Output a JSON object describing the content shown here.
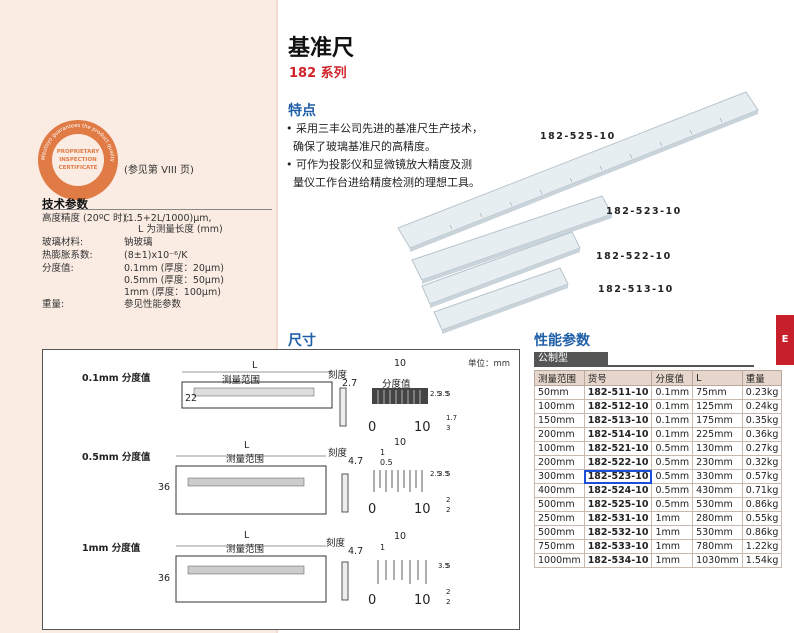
{
  "header": {
    "title": "基准尺",
    "series": "182 系列",
    "side_tab": "E"
  },
  "badge": {
    "center_lines": [
      "PROPRIETARY",
      "INSPECTION",
      "CERTIFICATE"
    ],
    "ring_text": "Mitutoyo guarantees the product quality",
    "note": "(参见第 VIII 页)",
    "color": "#e07b45"
  },
  "specs": {
    "title": "技术参数",
    "rows": [
      {
        "label": "高度精度 (20ºC 时):",
        "value": "(1.5+2L/1000)μm,"
      },
      {
        "label": "",
        "value": "L 为测量长度 (mm)"
      },
      {
        "label": "玻璃材料:",
        "value": "钠玻璃"
      },
      {
        "label": "热膨胀系数:",
        "value": "(8±1)x10⁻⁶/K"
      },
      {
        "label": "分度值:",
        "value": "0.1mm (厚度：20μm)"
      },
      {
        "label": "",
        "value": "0.5mm (厚度：50μm)"
      },
      {
        "label": "",
        "value": "1mm (厚度：100μm)"
      },
      {
        "label": "重量:",
        "value": "参见性能参数"
      }
    ]
  },
  "features": {
    "heading": "特点",
    "lines": [
      "• 采用三丰公司先进的基准尺生产技术，",
      "  确保了玻璃基准尺的高精度。",
      "• 可作为投影仪和显微镜放大精度及测",
      "  量仪工作台进给精度检测的理想工具。"
    ]
  },
  "photo_labels": [
    "182-525-10",
    "182-523-10",
    "182-522-10",
    "182-513-10"
  ],
  "dimensions": {
    "heading": "尺寸",
    "unit_label": "单位：mm",
    "groups": [
      {
        "title": "0.1mm 分度值",
        "L": "L",
        "range": "测量范围",
        "scale_label": "刻度",
        "scale_value": "2.7",
        "depth": "22",
        "div_label": "分度值",
        "top_width": "10",
        "zero": "0",
        "ten": "10",
        "small": [
          "2.5",
          "3.5",
          "5"
        ],
        "marks": [
          "1.7",
          "3",
          "5"
        ]
      },
      {
        "title": "0.5mm 分度值",
        "L": "L",
        "range": "测量范围",
        "scale_label": "刻度",
        "scale_value": "4.7",
        "depth": "36",
        "div_label": "0.5",
        "top_width": "10",
        "first": "1",
        "zero": "0",
        "ten": "10",
        "small": [
          "2.5",
          "3.5",
          "5"
        ],
        "marks": [
          "2",
          "2"
        ]
      },
      {
        "title": "1mm 分度值",
        "L": "L",
        "range": "测量范围",
        "scale_label": "刻度",
        "scale_value": "4.7",
        "depth": "36",
        "div_label": "",
        "top_width": "10",
        "first": "1",
        "zero": "0",
        "ten": "10",
        "small": [
          "3.5",
          "5"
        ],
        "marks": [
          "2",
          "2"
        ]
      }
    ]
  },
  "performance": {
    "heading": "性能参数",
    "tab": "公制型",
    "columns": [
      "测量范围",
      "货号",
      "分度值",
      "L",
      "重量"
    ],
    "rows": [
      [
        "50mm",
        "182-511-10",
        "0.1mm",
        "75mm",
        "0.23kg"
      ],
      [
        "100mm",
        "182-512-10",
        "0.1mm",
        "125mm",
        "0.24kg"
      ],
      [
        "150mm",
        "182-513-10",
        "0.1mm",
        "175mm",
        "0.35kg"
      ],
      [
        "200mm",
        "182-514-10",
        "0.1mm",
        "225mm",
        "0.36kg"
      ],
      [
        "100mm",
        "182-521-10",
        "0.5mm",
        "130mm",
        "0.27kg"
      ],
      [
        "200mm",
        "182-522-10",
        "0.5mm",
        "230mm",
        "0.32kg"
      ],
      [
        "300mm",
        "182-523-10",
        "0.5mm",
        "330mm",
        "0.57kg"
      ],
      [
        "400mm",
        "182-524-10",
        "0.5mm",
        "430mm",
        "0.71kg"
      ],
      [
        "500mm",
        "182-525-10",
        "0.5mm",
        "530mm",
        "0.86kg"
      ],
      [
        "250mm",
        "182-531-10",
        "1mm",
        "280mm",
        "0.55kg"
      ],
      [
        "500mm",
        "182-532-10",
        "1mm",
        "530mm",
        "0.86kg"
      ],
      [
        "750mm",
        "182-533-10",
        "1mm",
        "780mm",
        "1.22kg"
      ],
      [
        "1000mm",
        "182-534-10",
        "1mm",
        "1030mm",
        "1.54kg"
      ]
    ],
    "highlight_code": "182-523-10"
  }
}
